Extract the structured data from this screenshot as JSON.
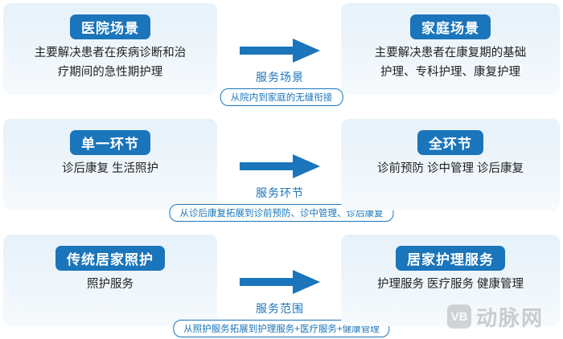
{
  "rows": [
    {
      "left": {
        "title": "医院场景",
        "lines": [
          "主要解决患者在疾病诊断和治",
          "疗期间的急性期护理"
        ]
      },
      "right": {
        "title": "家庭场景",
        "lines": [
          "主要解决患者在康复期的基础",
          "护理、专科护理、康复护理"
        ]
      },
      "label": "服务场景",
      "pill": "从院内到家庭的无缝衔接"
    },
    {
      "left": {
        "title": "单一环节",
        "lines": [
          "诊后康复 生活照护"
        ]
      },
      "right": {
        "title": "全环节",
        "lines": [
          "诊前预防 诊中管理 诊后康复"
        ]
      },
      "label": "服务环节",
      "pill": "从诊后康复拓展到诊前预防、诊中管理、诊后康复"
    },
    {
      "left": {
        "title": "传统居家照护",
        "lines": [
          "照护服务"
        ]
      },
      "right": {
        "title": "居家护理服务",
        "lines": [
          "护理服务 医疗服务 健康管理"
        ]
      },
      "label": "服务范围",
      "pill": "从照护服务拓展到护理服务+医疗服务+健康管理"
    }
  ],
  "watermark": {
    "logo": "VB",
    "text": "动脉网"
  },
  "colors": {
    "accent": "#1a75bb",
    "card_top": "#e6f1f9",
    "card_bottom": "#f6fafd"
  },
  "icons": {
    "arrow": "right-arrow-icon"
  }
}
